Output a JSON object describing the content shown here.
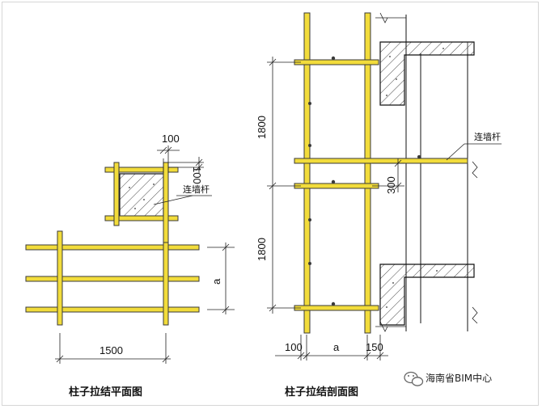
{
  "plan_view": {
    "caption": "柱子拉结平面图",
    "tie_label": "连墙杆",
    "dim_top": "100",
    "dim_side": "100",
    "dim_width": "1500",
    "dim_spacing": "a"
  },
  "section_view": {
    "caption": "柱子拉结剖面图",
    "tie_label": "连墙杆",
    "dim_upper": "1800",
    "dim_lower": "1800",
    "dim_offset": "300",
    "dim_bottom_left": "100",
    "dim_bottom_mid": "a",
    "dim_bottom_right": "150"
  },
  "watermark": {
    "text": "海南省BIM中心"
  },
  "colors": {
    "tube": "#f2dc3b",
    "line": "#111111",
    "concrete_hatch": "#333333"
  }
}
